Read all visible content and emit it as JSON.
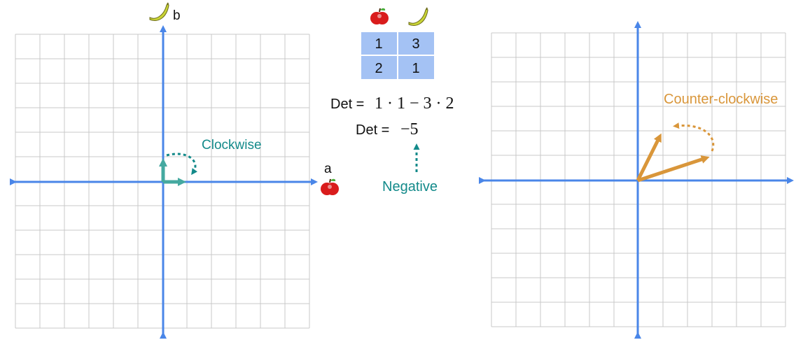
{
  "left_panel": {
    "x_axis_label": "a",
    "y_axis_label": "b",
    "rotation_label": "Clockwise",
    "icons": {
      "x_axis": "apple-icon",
      "y_axis": "banana-icon"
    }
  },
  "matrix": {
    "column_icons": [
      "apple-icon",
      "banana-icon"
    ],
    "rows": [
      [
        "1",
        "3"
      ],
      [
        "2",
        "1"
      ]
    ]
  },
  "formula": {
    "det_prefix": "Det =",
    "det_expression": "1 · 1 − 3 · 2",
    "result_prefix": "Det =",
    "result_value": "−5",
    "sign_label": "Negative"
  },
  "right_panel": {
    "rotation_label": "Counter-clockwise"
  },
  "colors": {
    "axis": "#4a86e8",
    "grid": "#c8c8c8",
    "left_vectors": "#45a9a0",
    "left_label": "#138a8a",
    "right_vectors": "#d9963a",
    "matrix_cell": "#a4c2f4",
    "apple": "#d91c1c",
    "banana": "#c9d436"
  }
}
